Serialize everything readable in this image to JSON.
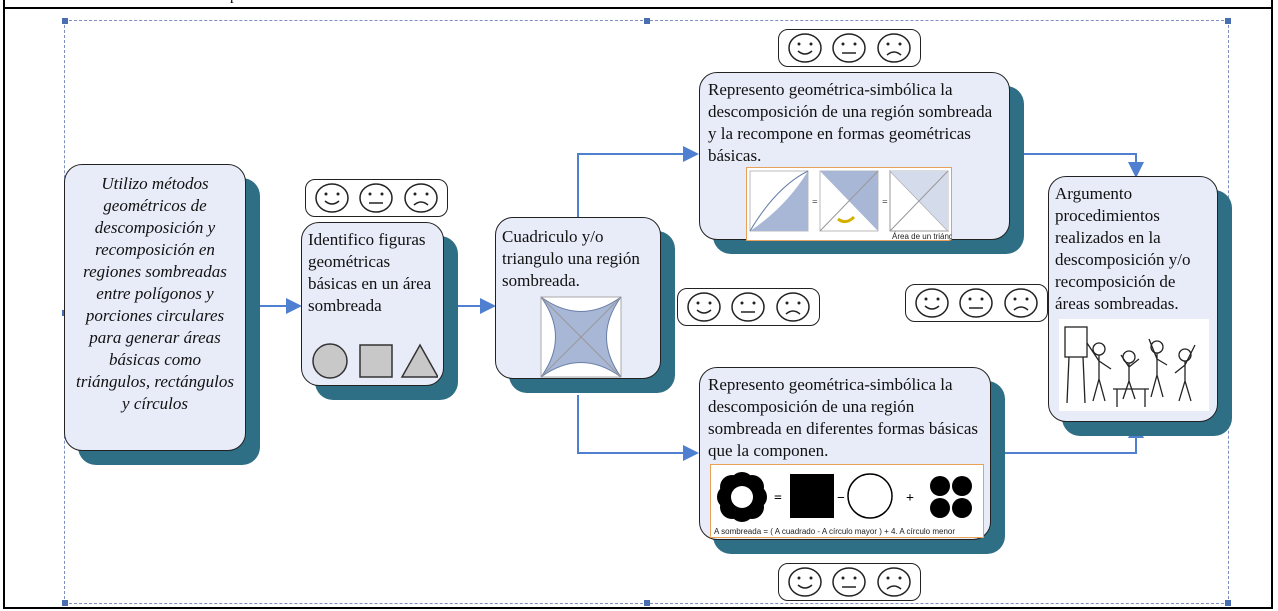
{
  "header": {
    "text": "p"
  },
  "nodes": {
    "start": {
      "text": "Utilizo métodos geométricos de descomposición y recomposición en regiones sombreadas entre polígonos y porciones circulares para generar áreas básicas como triángulos, rectángulos y círculos"
    },
    "identify": {
      "text": "Identifico figuras geométricas básicas en un área sombreada"
    },
    "grid": {
      "text": "Cuadriculo y/o triangulo una región  sombreada."
    },
    "top_branch": {
      "text": "Represento geométrica-simbólica la descomposición de una región sombreada y la  recompone en formas geométricas básicas.",
      "figure_caption": "Área de un triángulo"
    },
    "bottom_branch": {
      "text": "Represento geométrica-simbólica la descomposición de una región sombreada en diferentes formas básicas que la componen.",
      "figure_caption": "A sombreada    =    ( A cuadrado  -  A círculo mayor ) +   4. A círculo menor"
    },
    "final": {
      "text": "Argumento procedimientos realizados en la descomposición y/o recomposición de áreas sombreadas."
    }
  },
  "face_icons": [
    "happy-face-icon",
    "neutral-face-icon",
    "sad-face-icon"
  ],
  "colors": {
    "card_fill": "#e8ecf8",
    "shadow": "#2e6f86",
    "arrow": "#4f7fd0"
  }
}
